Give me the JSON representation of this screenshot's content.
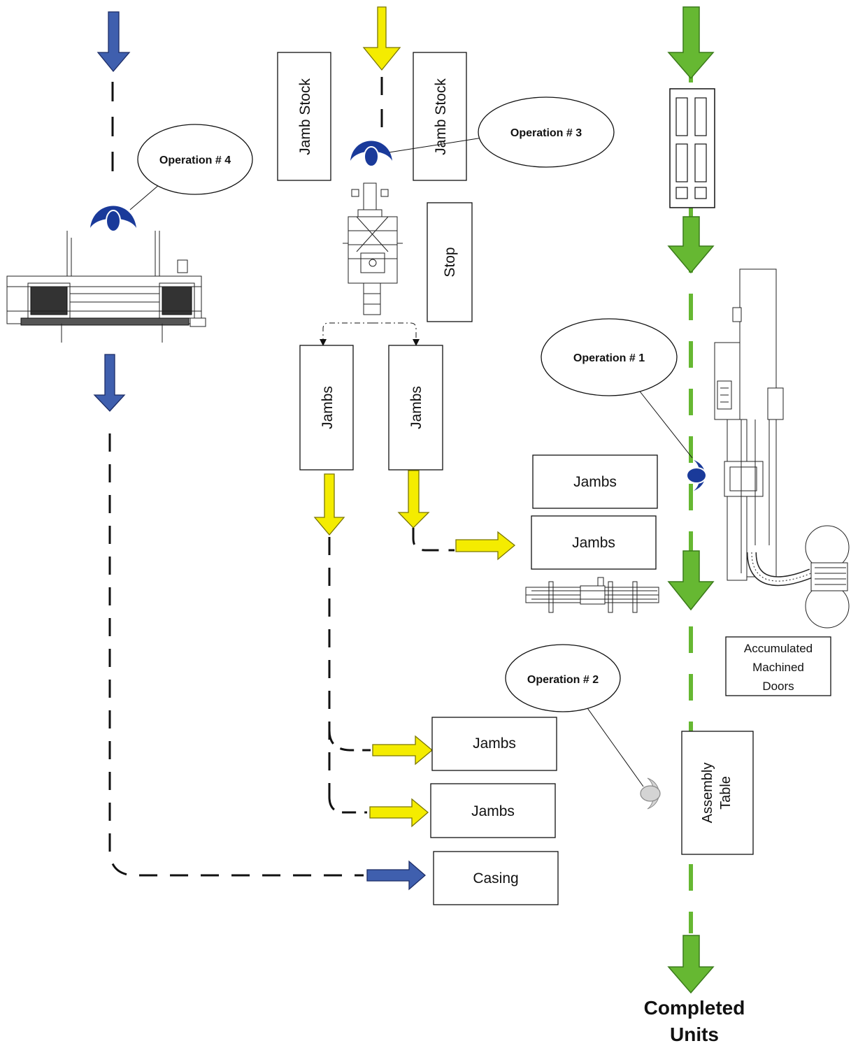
{
  "colors": {
    "blue": "#3f5fae",
    "yellow": "#f4ec00",
    "green": "#66b832",
    "dark_blue_icon": "#1a3a9a",
    "gray_icon": "#d4d4d4"
  },
  "icons": {
    "operation_marker": "operation-symbol-icon",
    "machine": "machine-drawing-icon"
  },
  "operations": {
    "op1": "Operation # 1",
    "op2": "Operation # 2",
    "op3": "Operation # 3",
    "op4": "Operation # 4"
  },
  "boxes": {
    "jamb_stock_left": "Jamb Stock",
    "jamb_stock_right": "Jamb Stock",
    "stop": "Stop",
    "jambs_v_left": "Jambs",
    "jambs_v_right": "Jambs",
    "jambs_h1": "Jambs",
    "jambs_h2": "Jambs",
    "jambs_h3": "Jambs",
    "jambs_h4": "Jambs",
    "casing": "Casing",
    "assembly_line1": "Assembly",
    "assembly_line2": "Table",
    "accum_line1": "Accumulated",
    "accum_line2": "Machined",
    "accum_line3": "Doors"
  },
  "output": {
    "line1": "Completed",
    "line2": "Units"
  }
}
